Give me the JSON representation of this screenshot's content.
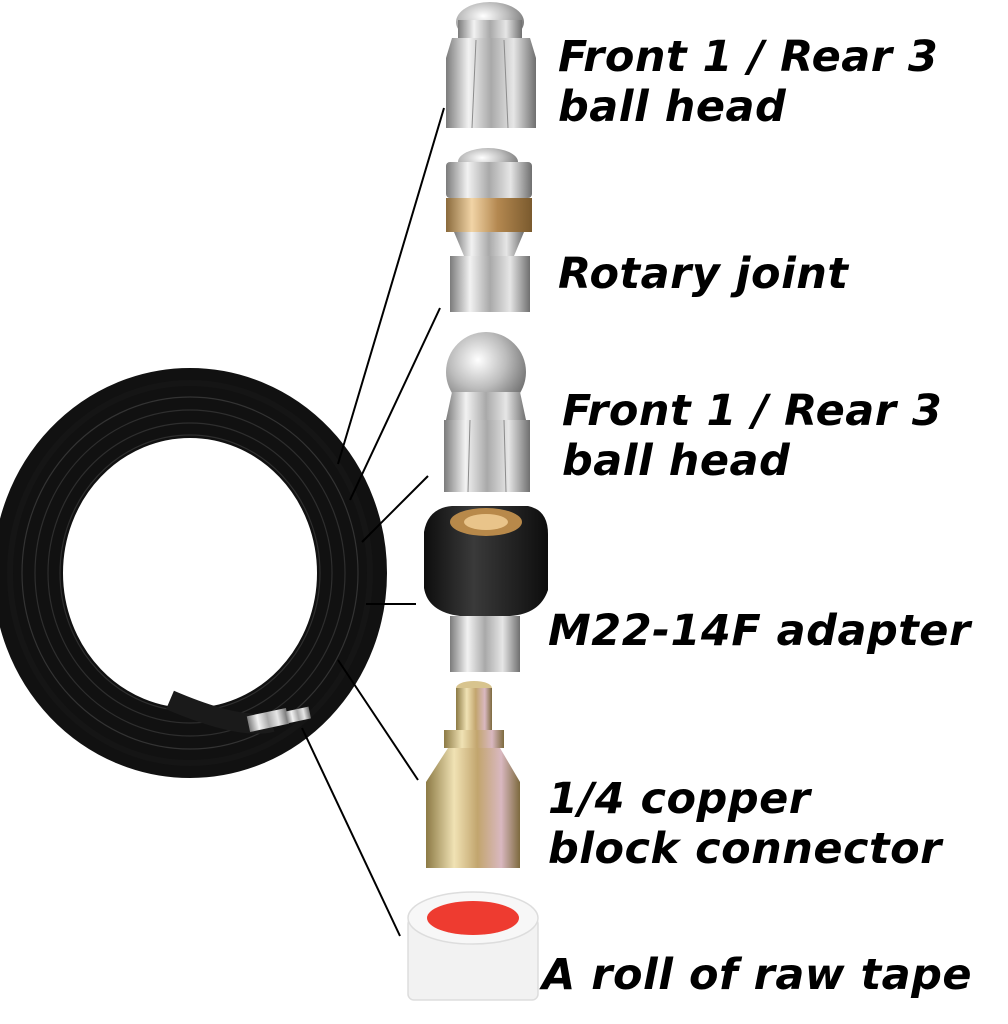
{
  "labels": {
    "item1": {
      "line1": "Front 1 / Rear 3",
      "line2": "ball head"
    },
    "item2": {
      "line1": "Rotary joint"
    },
    "item3": {
      "line1": "Front 1 / Rear 3",
      "line2": "ball head"
    },
    "item4": {
      "line1": "M22-14F adapter"
    },
    "item5": {
      "line1": "1/4 copper",
      "line2": "block connector"
    },
    "item6": {
      "line1": "A roll of raw tape"
    }
  },
  "colors": {
    "hose": "#1a1a1a",
    "steel": "#c8c8c8",
    "brass": "#c9a06a",
    "zinc": "#c8b37a",
    "tape_core": "#ee3b30",
    "tape_outer": "#f4f4f4"
  }
}
